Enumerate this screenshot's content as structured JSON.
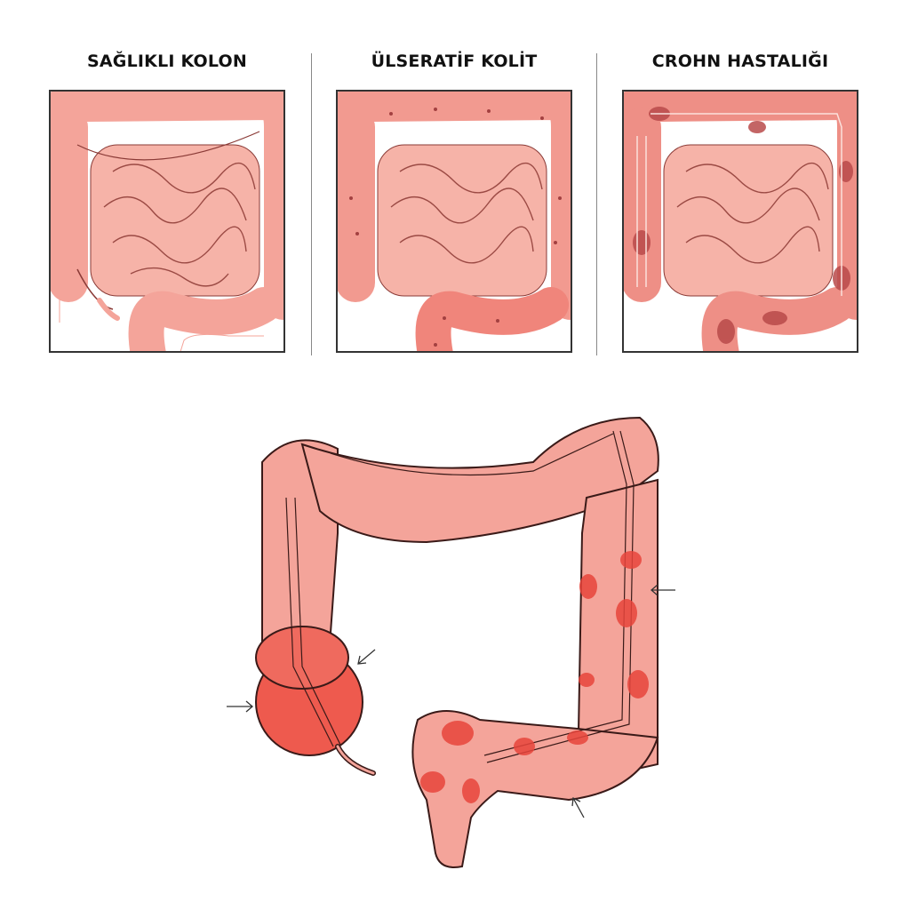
{
  "panels": [
    {
      "title": "SAĞLIKLI KOLON",
      "condition": "healthy"
    },
    {
      "title": "ÜLSERATİF KOLİT",
      "condition": "ulcerative-colitis"
    },
    {
      "title": "CROHN HASTALIĞI",
      "condition": "crohns-disease"
    }
  ],
  "colors": {
    "tissue": "#f4a49a",
    "tissue_light": "#f8c0b6",
    "outline": "#5a2a28",
    "inflammation": "#e8453c",
    "crohn_patch": "#b84a4a",
    "frame": "#333333"
  },
  "main_diagram": {
    "subject": "large intestine with inflammation areas",
    "arrows": [
      {
        "position": "left-cecum",
        "direction": "right"
      },
      {
        "position": "cecum-upper-right",
        "direction": "down-left"
      },
      {
        "position": "descending-colon-right",
        "direction": "left"
      },
      {
        "position": "sigmoid-bottom",
        "direction": "up-left"
      }
    ]
  }
}
